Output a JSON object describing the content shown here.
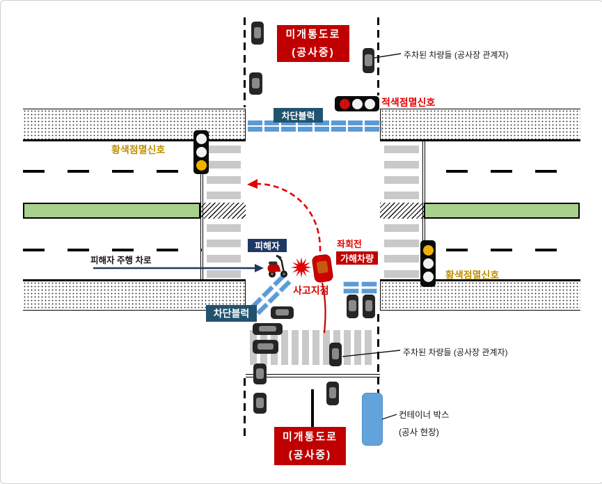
{
  "labels": {
    "closed_road_line1": "미개통도로",
    "closed_road_line2": "(공사중)",
    "parked_vehicles": "주차된 차량들 (공사장 관계자)",
    "red_flash_signal": "적색점멸신호",
    "yellow_flash_signal": "황색점멸신호",
    "barrier_block": "차단블럭",
    "victim": "피해자",
    "victim_lane": "피해자 주행 차로",
    "left_turn": "좌회전",
    "offending_vehicle": "가해차량",
    "accident_point": "사고지점",
    "container_line1": "컨테이너 박스",
    "container_line2": "(공사 현장)"
  },
  "colors": {
    "alert_red": "#C00000",
    "signal_red_text": "#E10000",
    "signal_yellow_text": "#BF9000",
    "victim_label_navy": "#1F3864",
    "barrier_label_teal": "#21536E",
    "barrier_blue": "#5B9BD5",
    "container_blue": "#63A3DB",
    "median_green": "#A9D18E",
    "crosswalk_gray": "#C9C9C9",
    "car_body_dark": "#252525",
    "signal_amber": "#FFC000"
  }
}
